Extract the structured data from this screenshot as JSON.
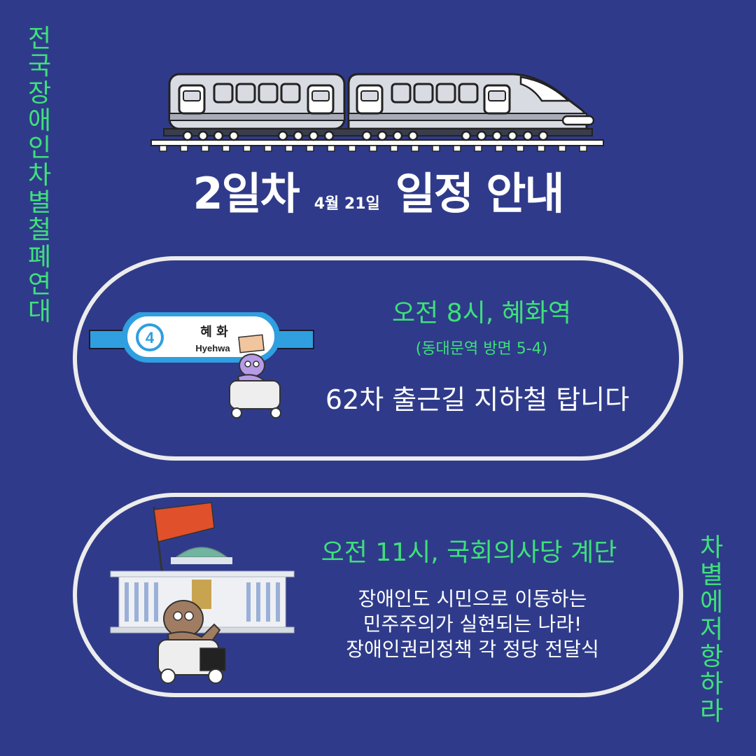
{
  "left_vertical": [
    "전",
    "국",
    "장",
    "애",
    "인",
    "차",
    "별",
    "철",
    "폐",
    "연",
    "대"
  ],
  "right_vertical": [
    "차",
    "별",
    "에",
    "저",
    "항",
    "하",
    "라"
  ],
  "title": {
    "day": "2일차",
    "date": "4월 21일",
    "main": "일정 안내"
  },
  "schedule": [
    {
      "time_place": "오전 8시, 혜화역",
      "sub": "(동대문역 방면 5-4)",
      "body_lines": [
        "62차 출근길 지하철 탑니다"
      ]
    },
    {
      "time_place": "오전 11시, 국회의사당 계단",
      "body_lines": [
        "장애인도 시민으로 이동하는",
        "민주주의가 실현되는 나라!",
        "장애인권리정책 각 정당 전달식"
      ]
    }
  ],
  "station_sign": {
    "line_number": "4",
    "name_ko": "혜  화",
    "name_en": "Hyehwa"
  },
  "colors": {
    "background": "#2f3b8a",
    "accent_green": "#3ee07a",
    "outline": "#ececec",
    "sign_blue": "#2f9fe0",
    "flag_orange": "#e0502a"
  }
}
